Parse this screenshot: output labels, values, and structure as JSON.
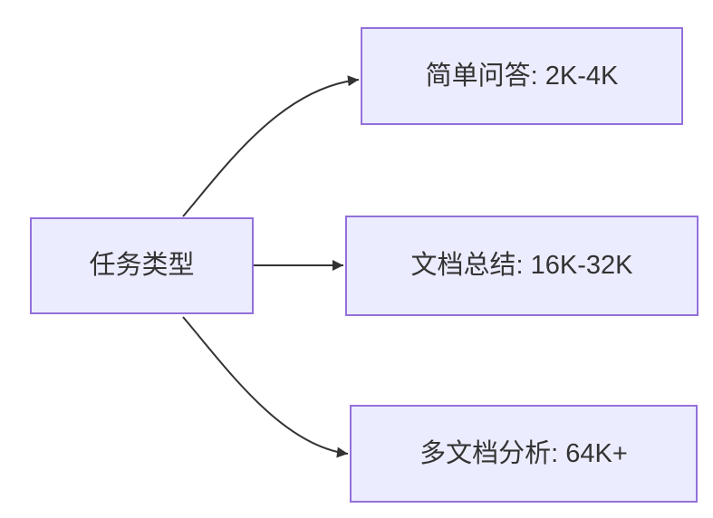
{
  "diagram": {
    "type": "flowchart-left-to-right",
    "background_color": "#ffffff",
    "node_fill_color": "#ECECFF",
    "node_border_color": "#9370DB",
    "edge_color": "#333333",
    "text_color": "#333333",
    "source_node": {
      "label": "任务类型"
    },
    "target_nodes": [
      {
        "label": "简单问答: 2K-4K"
      },
      {
        "label": "文档总结: 16K-32K"
      },
      {
        "label": "多文档分析: 64K+"
      }
    ],
    "edges": [
      {
        "from": "任务类型",
        "to": "简单问答: 2K-4K"
      },
      {
        "from": "任务类型",
        "to": "文档总结: 16K-32K"
      },
      {
        "from": "任务类型",
        "to": "多文档分析: 64K+"
      }
    ]
  }
}
